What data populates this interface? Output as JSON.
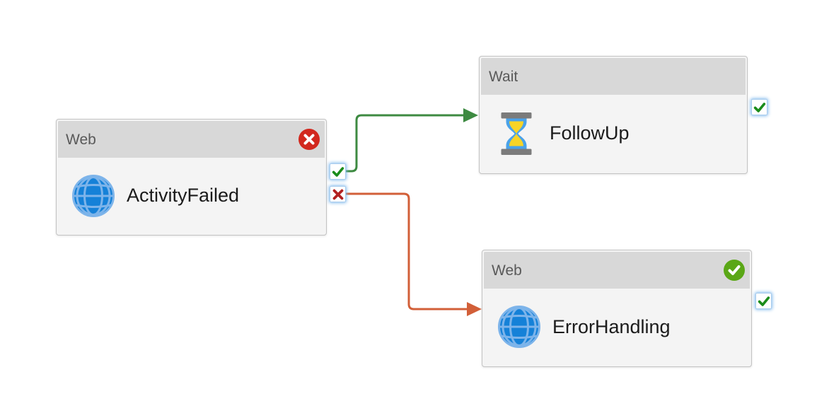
{
  "diagram": {
    "nodes": [
      {
        "type_label": "Web",
        "name": "ActivityFailed",
        "icon": "globe-icon",
        "status": "failed"
      },
      {
        "type_label": "Wait",
        "name": "FollowUp",
        "icon": "hourglass-icon",
        "status": "none"
      },
      {
        "type_label": "Web",
        "name": "ErrorHandling",
        "icon": "globe-icon",
        "status": "succeeded"
      }
    ],
    "ports": [
      {
        "owner": "ActivityFailed",
        "kind": "success",
        "icon": "checkmark-icon"
      },
      {
        "owner": "ActivityFailed",
        "kind": "failure",
        "icon": "x-mark-icon"
      },
      {
        "owner": "FollowUp",
        "kind": "success",
        "icon": "checkmark-icon"
      },
      {
        "owner": "ErrorHandling",
        "kind": "success",
        "icon": "checkmark-icon"
      }
    ],
    "connectors": [
      {
        "type": "on-success",
        "from": "ActivityFailed",
        "to": "FollowUp",
        "color": "#3d8a41"
      },
      {
        "type": "on-failure",
        "from": "ActivityFailed",
        "to": "ErrorHandling",
        "color": "#d25f38"
      }
    ],
    "colors": {
      "port_success_green": "#1a8c1a",
      "port_failure_red": "#b22222",
      "badge_error_red": "#d2281e",
      "badge_success_green": "#5aa716",
      "globe_blue": "#1581d8",
      "globe_lines": "#7db4ea",
      "hourglass_blue": "#4aa2e9",
      "hourglass_sand": "#f8d426",
      "hourglass_frame": "#7b7b7b",
      "node_header_bg": "#d8d8d8",
      "node_body_bg": "#f4f4f4"
    }
  }
}
